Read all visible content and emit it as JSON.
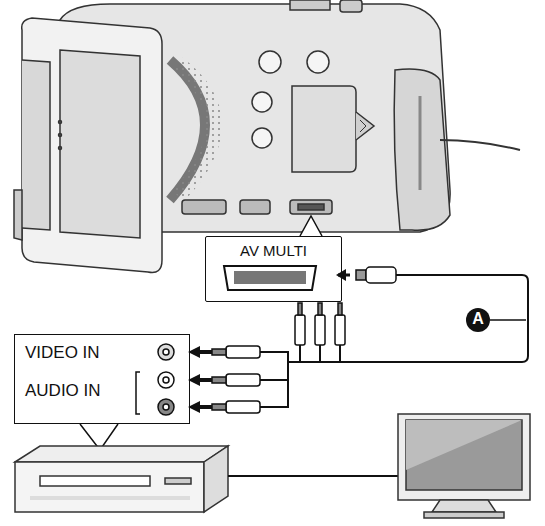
{
  "diagram": {
    "nodes": [
      {
        "text": [
          "AV MULTI"
        ]
      },
      {
        "text": [
          "VIDEO IN",
          "AUDIO IN"
        ]
      },
      {
        "text": [
          "A"
        ]
      }
    ]
  }
}
